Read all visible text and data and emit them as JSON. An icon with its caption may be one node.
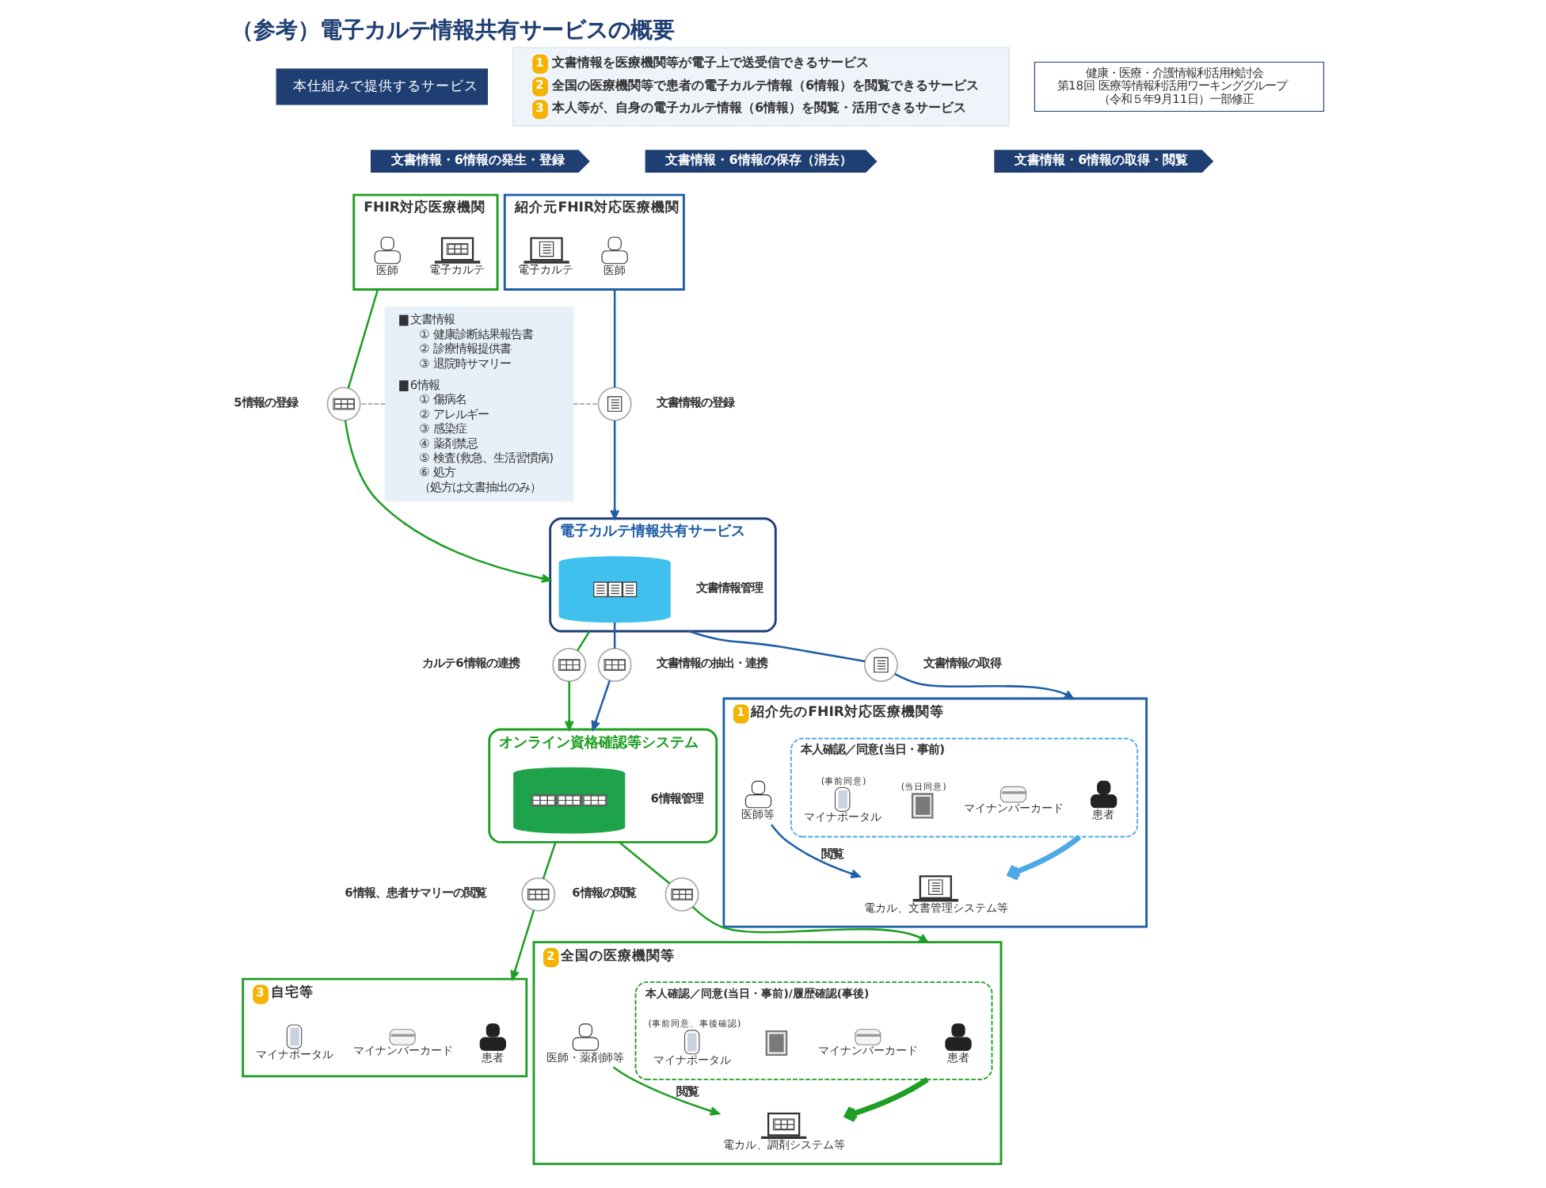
{
  "diagram": {
    "title": "（参考）電子カルテ情報共有サービスの概要",
    "nodes": [
      {
        "text": [
          "健康・医療・介護情報利活用検討会",
          "第18回 医療等情報利活用ワーキンググループ",
          "（令和５年9月11日）一部修正"
        ]
      },
      {
        "text": [
          "本仕組みで提供するサービス"
        ]
      },
      {
        "text": [
          "1",
          "文書情報を医療機関等が電子上で送受信できるサービス",
          "2",
          "全国の医療機関等で患者の電子カルテ情報（6情報）を閲覧できるサービス",
          "3",
          "本人等が、自身の電子カルテ情報（6情報）を閲覧・活用できるサービス"
        ]
      },
      {
        "text": [
          "文書情報・6情報の発生・登録"
        ]
      },
      {
        "text": [
          "文書情報・6情報の保存（消去）"
        ]
      },
      {
        "text": [
          "文書情報・6情報の取得・閲覧"
        ]
      },
      {
        "text": [
          "紹介元FHIR対応医療機関"
        ]
      },
      {
        "text": [],
        "shape": "person",
        "in": 6,
        "beside": [
          "医師"
        ]
      },
      {
        "text": [],
        "shape": "picture",
        "in": 6,
        "beside": [
          "電子カルテ"
        ]
      },
      {
        "text": [
          "FHIR対応医療機関"
        ]
      },
      {
        "text": [],
        "shape": "person",
        "in": 9,
        "beside": [
          "医師"
        ]
      },
      {
        "text": [],
        "shape": "picture",
        "in": 9,
        "beside": [
          "電子カルテ"
        ]
      },
      {
        "text": [],
        "shape": "circle",
        "beside": [
          "文書情報の登録"
        ]
      },
      {
        "text": [],
        "shape": "circle",
        "beside": [
          "5情報の登録"
        ]
      },
      {
        "text": [
          "電子カルテ情報共有サービス"
        ]
      },
      {
        "text": [],
        "shape": "cylinder",
        "in": 14,
        "beside": [
          "文書情報管理"
        ]
      },
      {
        "text": [],
        "shape": "circle",
        "beside": [
          "文書情報の取得"
        ]
      },
      {
        "text": [
          "紹介先のFHIR対応医療機関等"
        ],
        "beside": [
          "1"
        ]
      },
      {
        "text": [
          "本人確認／同意(当日・事前)"
        ],
        "in": 17
      },
      {
        "text": [],
        "shape": "person",
        "in": 18,
        "beside": [
          "患者"
        ]
      },
      {
        "text": [],
        "shape": "picture",
        "in": 18,
        "beside": [
          "マイナンバーカード"
        ]
      },
      {
        "text": [],
        "shape": "picture",
        "in": 18,
        "beside": [
          "(当日同意)"
        ]
      },
      {
        "text": [],
        "shape": "picture",
        "in": 18,
        "beside": [
          "(事前同意)",
          "マイナポータル"
        ]
      },
      {
        "text": [],
        "shape": "picture",
        "in": 17,
        "beside": [
          "電カル、文書管理システム等"
        ]
      },
      {
        "text": [],
        "shape": "person",
        "in": 17,
        "beside": [
          "医師等"
        ]
      },
      {
        "text": [],
        "shape": "circle",
        "beside": [
          "カルテ6情報の連携"
        ]
      },
      {
        "text": [],
        "shape": "circle",
        "beside": [
          "文書情報の抽出・連携"
        ]
      },
      {
        "text": [
          "オンライン資格確認等システム"
        ]
      },
      {
        "text": [],
        "shape": "cylinder",
        "in": 27,
        "beside": [
          "6情報管理"
        ]
      },
      {
        "text": [],
        "shape": "circle",
        "beside": [
          "6情報の閲覧"
        ]
      },
      {
        "text": [
          "全国の医療機関等"
        ],
        "beside": [
          "2"
        ]
      },
      {
        "text": [
          "本人確認／同意(当日・事前)/履歴確認(事後)"
        ],
        "in": 30
      },
      {
        "text": [],
        "shape": "person",
        "in": 31,
        "beside": [
          "患者"
        ]
      },
      {
        "text": [],
        "shape": "picture",
        "in": 31,
        "beside": [
          "マイナンバーカード"
        ]
      },
      {
        "text": [],
        "shape": "picture",
        "in": 31
      },
      {
        "text": [],
        "shape": "picture",
        "in": 31,
        "beside": [
          "(事前同意、事後確認)",
          "マイナポータル"
        ]
      },
      {
        "text": [],
        "shape": "picture",
        "in": 30,
        "beside": [
          "電カル、調剤システム等"
        ]
      },
      {
        "text": [],
        "shape": "person",
        "in": 30,
        "beside": [
          "医師・薬剤師等"
        ]
      },
      {
        "text": [],
        "shape": "circle",
        "beside": [
          "6情報、患者サマリーの閲覧"
        ]
      },
      {
        "text": [
          "自宅等"
        ],
        "beside": [
          "3"
        ]
      },
      {
        "text": [],
        "shape": "person",
        "in": 39,
        "beside": [
          "患者"
        ]
      },
      {
        "text": [],
        "shape": "picture",
        "in": 39,
        "beside": [
          "マイナンバーカード"
        ]
      },
      {
        "text": [],
        "shape": "picture",
        "in": 39,
        "beside": [
          "マイナポータル"
        ]
      },
      {
        "text": [
          "文書情報",
          "① 健康診断結果報告書",
          "② 診療情報提供書",
          "③ 退院時サマリー",
          "6情報",
          "① 傷病名",
          "② アレルギー",
          "③ 感染症",
          "④ 薬剤禁忌",
          "⑤ 検査(救急、生活習慣病)",
          "⑥ 処方",
          "（処方は文書抽出のみ）"
        ]
      }
    ],
    "edges": [
      {
        "from": 6,
        "to": 12,
        "arrow": "none",
        "color": "#1f5fa8"
      },
      {
        "from": 12,
        "to": 14,
        "arrow": "to",
        "color": "#1f5fa8"
      },
      {
        "from": 9,
        "to": 13,
        "arrow": "none"
      },
      {
        "from": 13,
        "to": 14,
        "arrow": "to"
      },
      {
        "from": 14,
        "to": 25,
        "arrow": "none"
      },
      {
        "from": 25,
        "to": 27,
        "arrow": "to"
      },
      {
        "from": 14,
        "to": 16,
        "arrow": "none",
        "color": "#1f5fa8"
      },
      {
        "from": 16,
        "to": 17,
        "arrow": "to",
        "color": "#1f5fa8"
      },
      {
        "from": 15,
        "to": 26,
        "arrow": "none",
        "color": "#1f5fa8"
      },
      {
        "from": 26,
        "to": 27,
        "arrow": "to",
        "color": "#1f5fa8"
      },
      {
        "from": 18,
        "to": 23,
        "arrow": "to",
        "style": "thick",
        "color": "#4da8e6"
      },
      {
        "from": 24,
        "to": 23,
        "arrow": "to",
        "label": "閲覧",
        "color": "#1f5fa8"
      },
      {
        "from": 27,
        "to": 29,
        "arrow": "none"
      },
      {
        "from": 29,
        "to": 30,
        "arrow": "to"
      },
      {
        "from": 27,
        "to": 38,
        "arrow": "none"
      },
      {
        "from": 38,
        "to": 39,
        "arrow": "to"
      },
      {
        "from": 31,
        "to": 36,
        "arrow": "to",
        "style": "thick"
      },
      {
        "from": 37,
        "to": 36,
        "arrow": "to",
        "label": "閲覧"
      },
      {
        "from": 43,
        "to": 12,
        "arrow": "none",
        "style": "dashed",
        "color": "#999999"
      },
      {
        "from": 43,
        "to": 13,
        "arrow": "none",
        "style": "dashed",
        "color": "#999999"
      }
    ]
  }
}
